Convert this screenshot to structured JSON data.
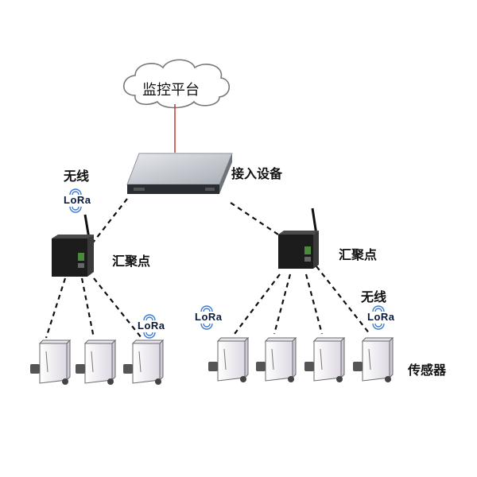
{
  "labels": {
    "platform": "监控平台",
    "access_device": "接入设备",
    "wireless_left": "无线",
    "wireless_right": "无线",
    "aggregator_left": "汇聚点",
    "aggregator_right": "汇聚点",
    "sensor": "传感器"
  },
  "lora": {
    "text": "LoRa"
  },
  "colors": {
    "cloud_stroke": "#777777",
    "link_red": "#c0392b",
    "server_body": "#c9cdd3",
    "gateway_body": "#1c1c1c",
    "lora_wave": "#3a7bd5",
    "sensor_body": "#f3f1f5"
  }
}
